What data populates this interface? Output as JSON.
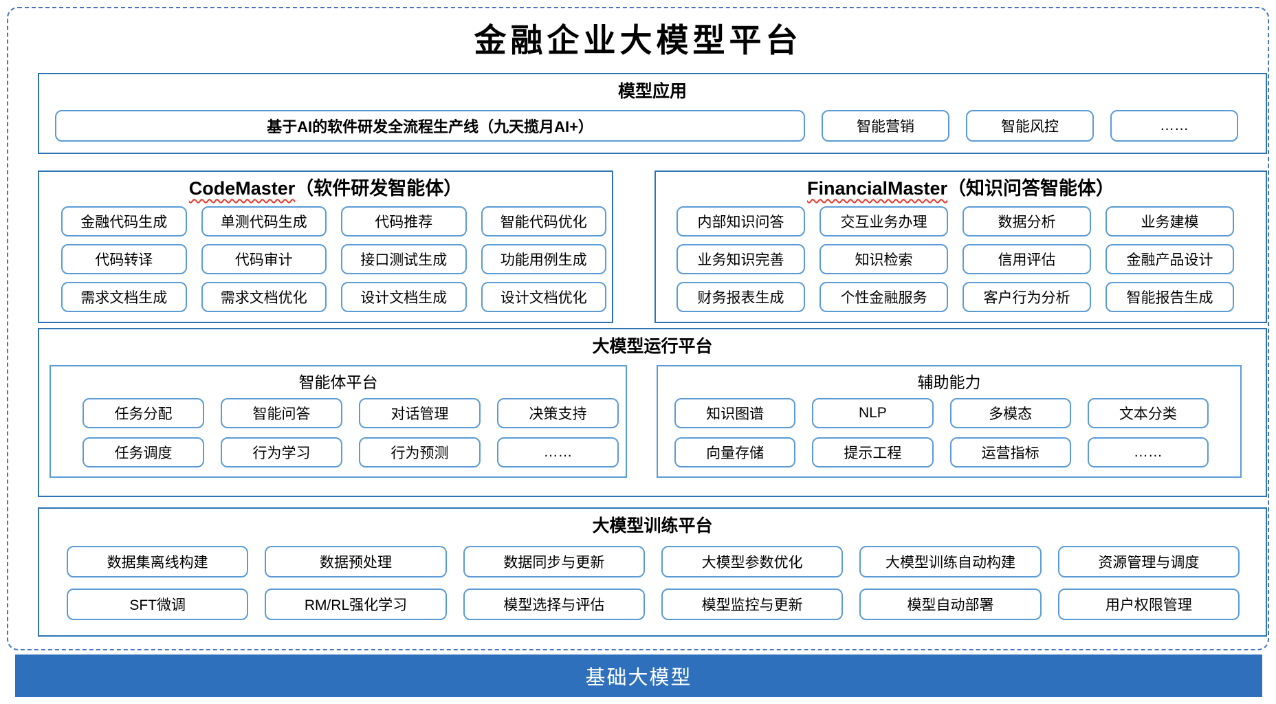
{
  "title": "金融企业大模型平台",
  "colors": {
    "section_border": "#2E74B5",
    "box_border": "#5B9BD5",
    "dashed_frame": "#4472C4",
    "base_bar": "#2E70BC",
    "wavy_underline": "#E23A2E",
    "base_bar_text": "#FFFFFF"
  },
  "sections": {
    "apps": {
      "header": "模型应用",
      "main_item": "基于AI的软件研发全流程生产线（九天揽月AI+）",
      "items": [
        "智能营销",
        "智能风控",
        "……"
      ]
    },
    "code_master": {
      "title": "CodeMaster",
      "suffix": "（软件研发智能体）",
      "items": [
        "金融代码生成",
        "单测代码生成",
        "代码推荐",
        "智能代码优化",
        "代码转译",
        "代码审计",
        "接口测试生成",
        "功能用例生成",
        "需求文档生成",
        "需求文档优化",
        "设计文档生成",
        "设计文档优化"
      ]
    },
    "financial_master": {
      "title": "FinancialMaster",
      "suffix": "（知识问答智能体）",
      "items": [
        "内部知识问答",
        "交互业务办理",
        "数据分析",
        "业务建模",
        "业务知识完善",
        "知识检索",
        "信用评估",
        "金融产品设计",
        "财务报表生成",
        "个性金融服务",
        "客户行为分析",
        "智能报告生成"
      ]
    },
    "runtime": {
      "header": "大模型运行平台",
      "agent_platform": {
        "title": "智能体平台",
        "items": [
          "任务分配",
          "智能问答",
          "对话管理",
          "决策支持",
          "任务调度",
          "行为学习",
          "行为预测",
          "……"
        ]
      },
      "aux": {
        "title": "辅助能力",
        "items": [
          "知识图谱",
          "NLP",
          "多模态",
          "文本分类",
          "向量存储",
          "提示工程",
          "运营指标",
          "……"
        ]
      }
    },
    "training": {
      "header": "大模型训练平台",
      "items": [
        "数据集离线构建",
        "数据预处理",
        "数据同步与更新",
        "大模型参数优化",
        "大模型训练自动构建",
        "资源管理与调度",
        "SFT微调",
        "RM/RL强化学习",
        "模型选择与评估",
        "模型监控与更新",
        "模型自动部署",
        "用户权限管理"
      ]
    },
    "base": {
      "label": "基础大模型"
    }
  }
}
